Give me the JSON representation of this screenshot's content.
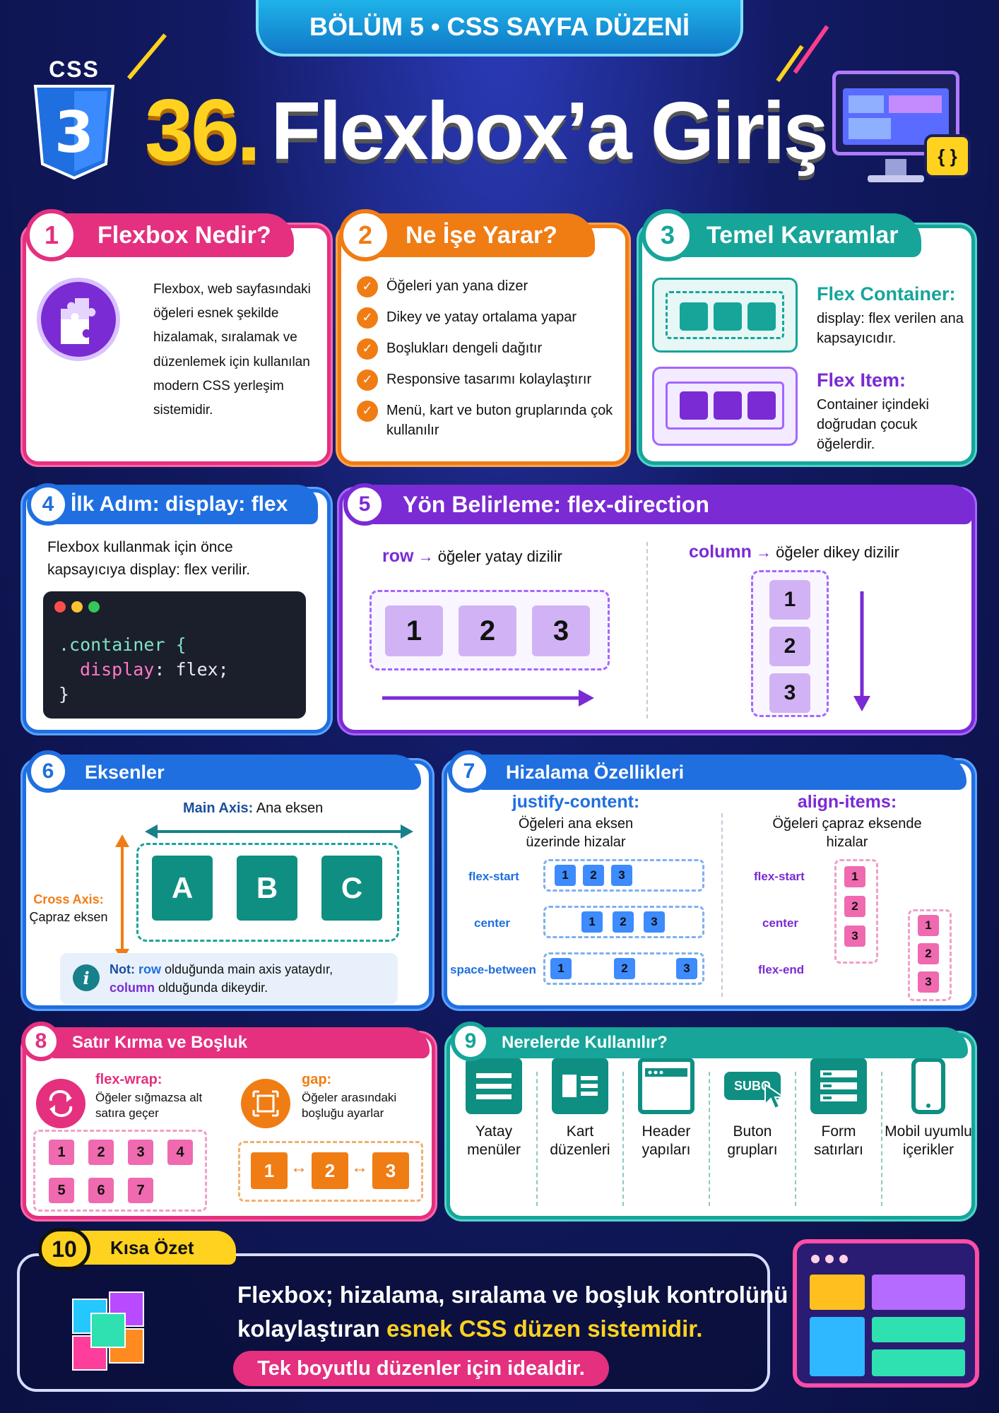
{
  "header": {
    "chapter": "BÖLÜM 5 • CSS SAYFA DÜZENİ",
    "number": "36.",
    "title": "Flexbox’a Giriş",
    "css_logo": "CSS",
    "logo_icon": "css3-shield-icon",
    "monitor_icon": "monitor-code-icon",
    "code_badge": "{ }"
  },
  "s1": {
    "num": "1",
    "title": "Flexbox Nedir?",
    "icon": "puzzle-icon",
    "text": "Flexbox, web sayfasındaki öğeleri esnek şekilde hizalamak, sıralamak ve düzenlemek için kullanılan modern CSS yerleşim sistemidir."
  },
  "s2": {
    "num": "2",
    "title": "Ne İşe Yarar?",
    "items": [
      "Öğeleri yan yana dizer",
      "Dikey ve yatay ortalama yapar",
      "Boşlukları dengeli dağıtır",
      "Responsive tasarımı kolaylaştırır",
      "Menü, kart ve buton gruplarında çok kullanılır"
    ]
  },
  "s3": {
    "num": "3",
    "title": "Temel Kavramlar",
    "container_title": "Flex Container:",
    "container_text": "display: flex verilen ana kapsayıcıdır.",
    "item_title": "Flex Item:",
    "item_text": "Container içindeki doğrudan çocuk öğelerdir."
  },
  "s4": {
    "num": "4",
    "title": "İlk Adım: display: flex",
    "text": "Flexbox kullanmak için önce kapsayıcıya display: flex verilir.",
    "code_line1": ".container {",
    "code_prop": "display",
    "code_val": ": flex;",
    "code_line3": "}"
  },
  "s5": {
    "num": "5",
    "title": "Yön Belirleme: flex-direction",
    "row_kw": "row",
    "row_text": "öğeler yatay dizilir",
    "col_kw": "column",
    "col_text": "öğeler dikey dizilir",
    "items": [
      "1",
      "2",
      "3"
    ],
    "arrow": "→"
  },
  "s6": {
    "num": "6",
    "title": "Eksenler",
    "main_kw": "Main Axis:",
    "main_text": "Ana eksen",
    "cross_kw": "Cross Axis:",
    "cross_text": "Çapraz eksen",
    "items": [
      "A",
      "B",
      "C"
    ],
    "note_kw": "Not:",
    "note_row": "row",
    "note_t1": "olduğunda main axis yataydır,",
    "note_col": "column",
    "note_t2": "olduğunda dikeydir.",
    "info_icon": "i"
  },
  "s7": {
    "num": "7",
    "title": "Hizalama Özellikleri",
    "jc": "justify-content:",
    "jc_text": "Öğeleri ana eksen üzerinde hizalar",
    "ai": "align-items:",
    "ai_text": "Öğeleri çapraz eksende hizalar",
    "jc_labels": [
      "flex-start",
      "center",
      "space-between"
    ],
    "ai_labels": [
      "flex-start",
      "center",
      "flex-end"
    ],
    "items": [
      "1",
      "2",
      "3"
    ]
  },
  "s8": {
    "num": "8",
    "title": "Satır Kırma ve Boşluk",
    "wrap_kw": "flex-wrap:",
    "wrap_text": "Öğeler sığmazsa alt satıra geçer",
    "gap_kw": "gap:",
    "gap_text": "Öğeler arasındaki boşluğu ayarlar",
    "wrap_items": [
      "1",
      "2",
      "3",
      "4",
      "5",
      "6",
      "7"
    ],
    "gap_items": [
      "1",
      "2",
      "3"
    ],
    "gap_arrow": "↔"
  },
  "s9": {
    "num": "9",
    "title": "Nerelerde Kullanılır?",
    "uses": [
      {
        "icon": "menu-icon",
        "label": "Yatay menüler"
      },
      {
        "icon": "card-icon",
        "label": "Kart düzenleri"
      },
      {
        "icon": "header-icon",
        "label": "Header yapıları"
      },
      {
        "icon": "button-icon",
        "label": "Buton grupları",
        "text": "SUBQ"
      },
      {
        "icon": "form-icon",
        "label": "Form satırları"
      },
      {
        "icon": "mobile-icon",
        "label": "Mobil uyumlu içerikler"
      }
    ]
  },
  "s10": {
    "num": "10",
    "title": "Kısa Özet",
    "line1": "Flexbox; hizalama, sıralama ve boşluk kontrolünü",
    "line2a": "kolaylaştıran ",
    "line2b": "esnek CSS düzen sistemidir.",
    "pill": "Tek boyutlu düzenler için idealdir.",
    "cube_icon": "cube-icon",
    "layout_icon": "layout-window-icon"
  },
  "colors": {
    "pink": "#e4307f",
    "orange": "#f07c14",
    "teal": "#17a59a",
    "blue": "#1f6fe0",
    "purple": "#7a2bd4",
    "yellow": "#ffd21f"
  }
}
